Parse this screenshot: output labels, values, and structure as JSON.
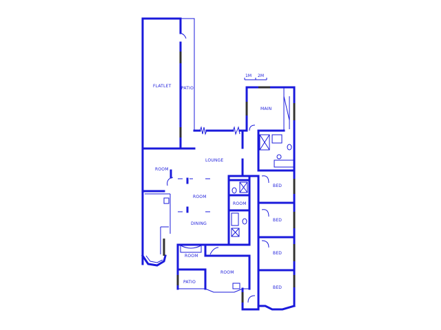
{
  "plan": {
    "scale": {
      "left": "1M",
      "right": "2M"
    },
    "rooms": [
      {
        "id": "flatlet",
        "label": "FLATLET"
      },
      {
        "id": "patio-top",
        "label": "PATIO"
      },
      {
        "id": "main",
        "label": "MAIN"
      },
      {
        "id": "lounge",
        "label": "LOUNGE"
      },
      {
        "id": "room-left",
        "label": "ROOM"
      },
      {
        "id": "room-center",
        "label": "ROOM"
      },
      {
        "id": "bed-1",
        "label": "BED"
      },
      {
        "id": "room-small",
        "label": "ROOM"
      },
      {
        "id": "dining",
        "label": "DINING"
      },
      {
        "id": "bed-2",
        "label": "BED"
      },
      {
        "id": "bed-3",
        "label": "BED"
      },
      {
        "id": "room-bottom-left",
        "label": "ROOM"
      },
      {
        "id": "room-bottom",
        "label": "ROOM"
      },
      {
        "id": "patio-bottom",
        "label": "PATIO"
      },
      {
        "id": "bed-4",
        "label": "BED"
      }
    ]
  },
  "colors": {
    "wall": "#1a1adb",
    "window": "#333333",
    "background": "#ffffff"
  }
}
